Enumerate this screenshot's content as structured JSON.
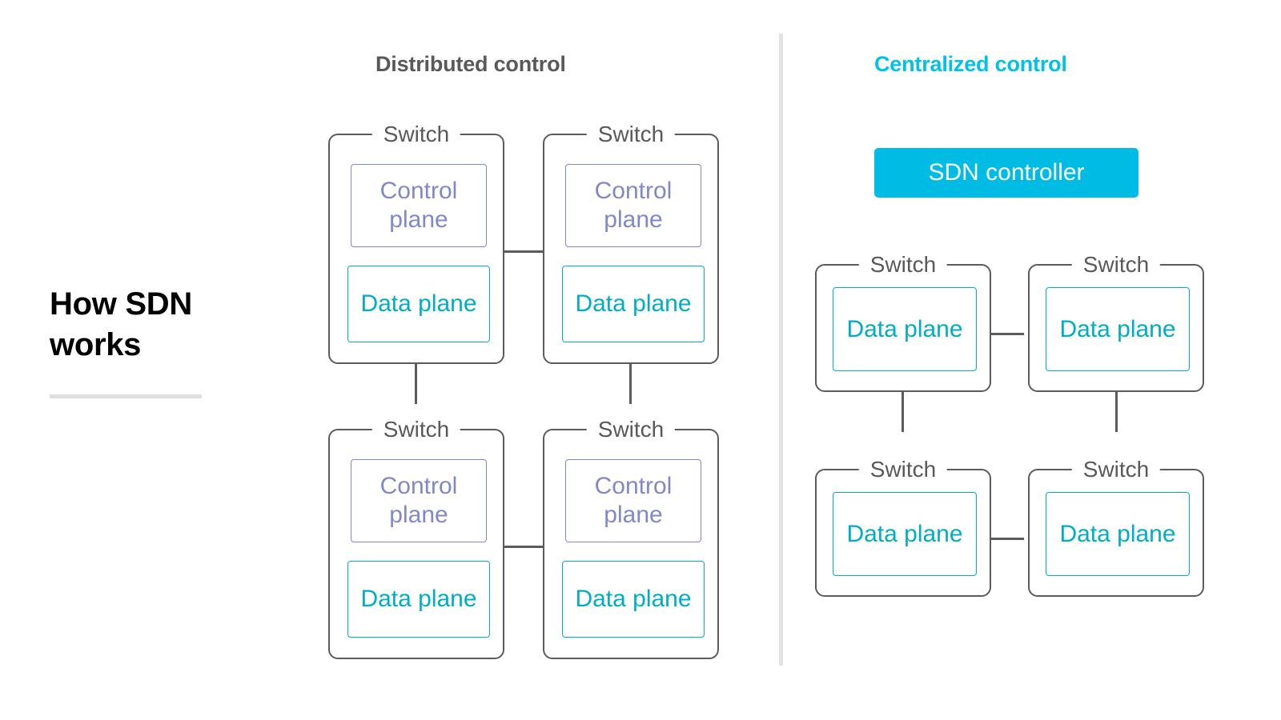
{
  "title": {
    "text": "How SDN works"
  },
  "panels": {
    "left": {
      "heading": "Distributed control",
      "switches": [
        {
          "label": "Switch",
          "planes": [
            {
              "type": "control",
              "text": "Control plane"
            },
            {
              "type": "data",
              "text": "Data plane"
            }
          ]
        },
        {
          "label": "Switch",
          "planes": [
            {
              "type": "control",
              "text": "Control plane"
            },
            {
              "type": "data",
              "text": "Data plane"
            }
          ]
        },
        {
          "label": "Switch",
          "planes": [
            {
              "type": "control",
              "text": "Control plane"
            },
            {
              "type": "data",
              "text": "Data plane"
            }
          ]
        },
        {
          "label": "Switch",
          "planes": [
            {
              "type": "control",
              "text": "Control plane"
            },
            {
              "type": "data",
              "text": "Data plane"
            }
          ]
        }
      ]
    },
    "right": {
      "heading": "Centralized control",
      "controller": "SDN controller",
      "switches": [
        {
          "label": "Switch",
          "planes": [
            {
              "type": "data",
              "text": "Data plane"
            }
          ]
        },
        {
          "label": "Switch",
          "planes": [
            {
              "type": "data",
              "text": "Data plane"
            }
          ]
        },
        {
          "label": "Switch",
          "planes": [
            {
              "type": "data",
              "text": "Data plane"
            }
          ]
        },
        {
          "label": "Switch",
          "planes": [
            {
              "type": "data",
              "text": "Data plane"
            }
          ]
        }
      ]
    }
  },
  "colors": {
    "accent_cyan": "#00bce4",
    "data_plane": "#00adc6",
    "control_plane": "#8287c9",
    "frame_gray": "#5b5b5b",
    "heading_gray": "#58595b",
    "divider_gray": "#e2e2e2"
  }
}
